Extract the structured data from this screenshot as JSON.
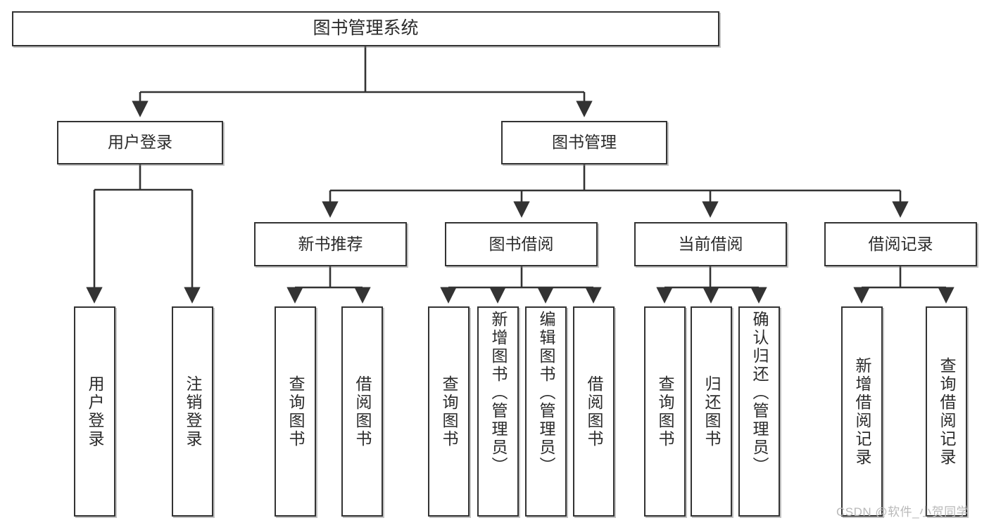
{
  "diagram": {
    "title": "图书管理系统",
    "type": "功能结构图",
    "line_color": "#333333",
    "box_fill": "#ffffff",
    "text_color": "#2b2b2b"
  },
  "nodes": {
    "root": {
      "label": "图书管理系统"
    },
    "level1": [
      {
        "id": "user-login",
        "label": "用户登录"
      },
      {
        "id": "book-management",
        "label": "图书管理"
      }
    ],
    "level2": [
      {
        "id": "new-book-recommend",
        "label": "新书推荐"
      },
      {
        "id": "book-borrow",
        "label": "图书借阅"
      },
      {
        "id": "current-borrow",
        "label": "当前借阅"
      },
      {
        "id": "borrow-record",
        "label": "借阅记录"
      }
    ],
    "leaves": {
      "user_login": [
        {
          "id": "leaf-user-login",
          "label": "用户登录"
        },
        {
          "id": "leaf-logout-login",
          "label": "注销登录"
        }
      ],
      "new_book_recommend": [
        {
          "id": "leaf-query-book-1",
          "label": "查询图书"
        },
        {
          "id": "leaf-borrow-book-1",
          "label": "借阅图书"
        }
      ],
      "book_borrow": [
        {
          "id": "leaf-query-book-2",
          "label": "查询图书"
        },
        {
          "id": "leaf-add-book",
          "label": "新增图书（管理员）"
        },
        {
          "id": "leaf-edit-book",
          "label": "编辑图书（管理员）"
        },
        {
          "id": "leaf-borrow-book-2",
          "label": "借阅图书"
        }
      ],
      "current_borrow": [
        {
          "id": "leaf-query-book-3",
          "label": "查询图书"
        },
        {
          "id": "leaf-return-book",
          "label": "归还图书"
        },
        {
          "id": "leaf-confirm-return",
          "label": "确认归还（管理员）"
        }
      ],
      "borrow_record": [
        {
          "id": "leaf-add-record",
          "label": "新增借阅记录"
        },
        {
          "id": "leaf-query-record",
          "label": "查询借阅记录"
        }
      ]
    }
  },
  "watermark": {
    "text": "CSDN @软件_小贺同学"
  }
}
